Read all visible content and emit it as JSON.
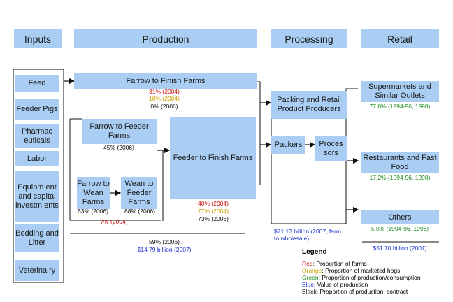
{
  "headers": {
    "inputs": "Inputs",
    "production": "Production",
    "processing": "Processing",
    "retail": "Retail"
  },
  "inputs": [
    "Feed",
    "Feeder Pigs",
    "Pharmac euticals",
    "Labor",
    "Equipm ent and capital investm ents",
    "Bedding and Litter",
    "Veterina ry"
  ],
  "production": {
    "farrow_finish": {
      "label": "Farrow to Finish Farms",
      "red": "31% (2004)",
      "orange": "18% (2004)",
      "black": "0% (2006)"
    },
    "farrow_feeder": {
      "label": "Farrow to Feeder Farms",
      "black": "45% (2006)"
    },
    "feeder_finish": {
      "label": "Feeder to Finish Farms",
      "red": "40% (2004)",
      "orange": "77% (2004)",
      "black": "73% (2006)"
    },
    "farrow_wean": {
      "label": "Farrow to Wean Farms",
      "black": "63% (2006)",
      "red": "7% (2004)"
    },
    "wean_feeder": {
      "label": "Wean to Feeder Farms",
      "black": "88% (2006)"
    },
    "total_black": "59% (2006)",
    "total_blue": "$14.79 billion (2007)"
  },
  "processing": {
    "packing_retail": "Packing and Retail Product Producers",
    "packers": "Packers",
    "processors": "Proces sors",
    "value": "$71.13 billion (2007, farm to wholesale)"
  },
  "retail": {
    "supermarkets": {
      "label": "Supermarkets and Similar Outlets",
      "green": "77.8% (1994-96, 1998)"
    },
    "restaurants": {
      "label": "Restaurants and Fast Food",
      "green": "17.2% (1994-96, 1998)"
    },
    "others": {
      "label": "Others",
      "green": "5.0% (1994-96, 1998)"
    },
    "value": "$51.70 billion (2007)"
  },
  "legend": {
    "title": "Legend",
    "items": [
      {
        "key": "Red",
        "text": ": Proportion of farms",
        "color": "#cc1111"
      },
      {
        "key": "Orange",
        "text": ": Proportion of marketed hogs",
        "color": "#c9a000"
      },
      {
        "key": "Green",
        "text": ": Proportion of production/consumption",
        "color": "#1c8a1c"
      },
      {
        "key": "Blue",
        "text": ": Value of production",
        "color": "#1a33cc"
      },
      {
        "key": "Black",
        "text": ": Proportion of production, contract",
        "color": "#111111"
      }
    ]
  }
}
